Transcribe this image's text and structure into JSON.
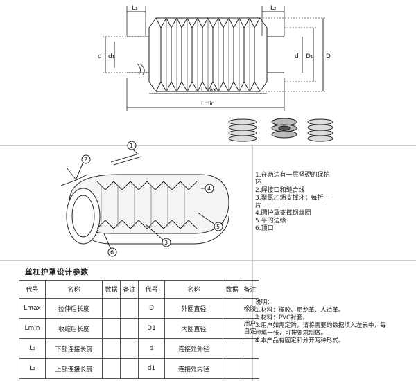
{
  "drawing_labels": {
    "L1": "L₁",
    "L2": "L₂",
    "d_left": "d",
    "d1_left": "d₁",
    "d_right": "d",
    "D1": "D₁",
    "D": "D",
    "Lmax": "Lmax",
    "Lmin": "Lmin"
  },
  "callouts": [
    "1",
    "2",
    "3",
    "4",
    "5",
    "6"
  ],
  "structure_notes": [
    "1.在两边有一层坚硬的保护",
    "环",
    "2.焊接口和缝合线",
    "3.聚氯乙烯支撑环；每折一",
    "片",
    "4.圆护罩支撑钢丝圈",
    "5.平的边缘",
    "6.顶口"
  ],
  "table_title": "丝杠护罩设计参数",
  "table": {
    "headers": [
      "代号",
      "名称",
      "数据",
      "备注",
      "代号",
      "名称",
      "数据",
      "备注"
    ],
    "rows": [
      [
        "Lmax",
        "拉伸后长度",
        "",
        "",
        "D",
        "外圈直径",
        "",
        "橡胶"
      ],
      [
        "Lmin",
        "收缩后长度",
        "",
        "",
        "D1",
        "内圈直径",
        "",
        "用户自定"
      ],
      [
        "L₁",
        "下部连接长度",
        "",
        "",
        "d",
        "连接处外径",
        "",
        ""
      ],
      [
        "L₂",
        "上部连接长度",
        "",
        "",
        "d1",
        "连接处内径",
        "",
        ""
      ]
    ]
  },
  "remarks": [
    "说明：",
    "1.材料：橡胶、尼龙革、人造革。",
    "2.材料：PVC衬套。",
    "3.用户如需定购，请将需要的数据填入左表中，每",
    "种填一张，可按要求制做。",
    "4.本产品有固定和分开两种形式。"
  ]
}
